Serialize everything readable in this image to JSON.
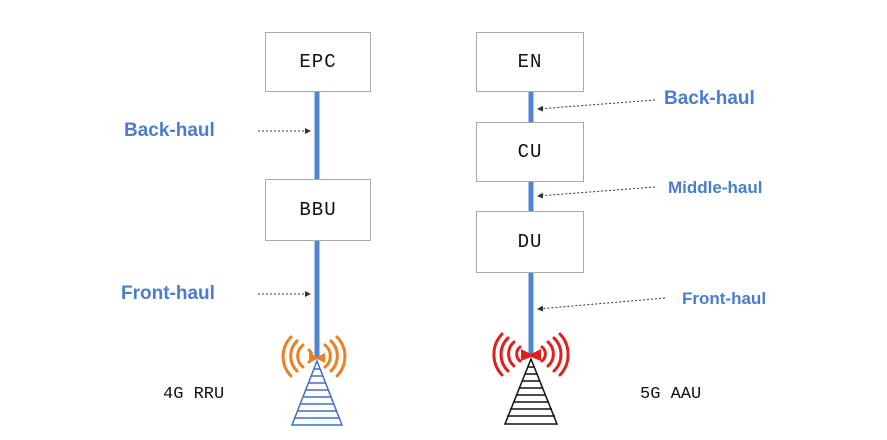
{
  "left_stack": {
    "top_box": "EPC",
    "middle_box": "BBU",
    "backhaul_label": "Back-haul",
    "fronthaul_label": "Front-haul",
    "radio_caption": "4G RRU"
  },
  "right_stack": {
    "top_box": "EN",
    "upper_box": "CU",
    "lower_box": "DU",
    "backhaul_label": "Back-haul",
    "middlehaul_label": "Middle-haul",
    "fronthaul_label": "Front-haul",
    "radio_caption": "5G AAU"
  },
  "colors": {
    "link_line": "#4f86cf",
    "label_text": "#4a7dd1",
    "box_border": "#a9a9a9",
    "rru_waves": "#ef7f22",
    "aau_waves": "#e02020",
    "rru_tower": "#3f6fc4",
    "aau_tower": "#111111"
  }
}
